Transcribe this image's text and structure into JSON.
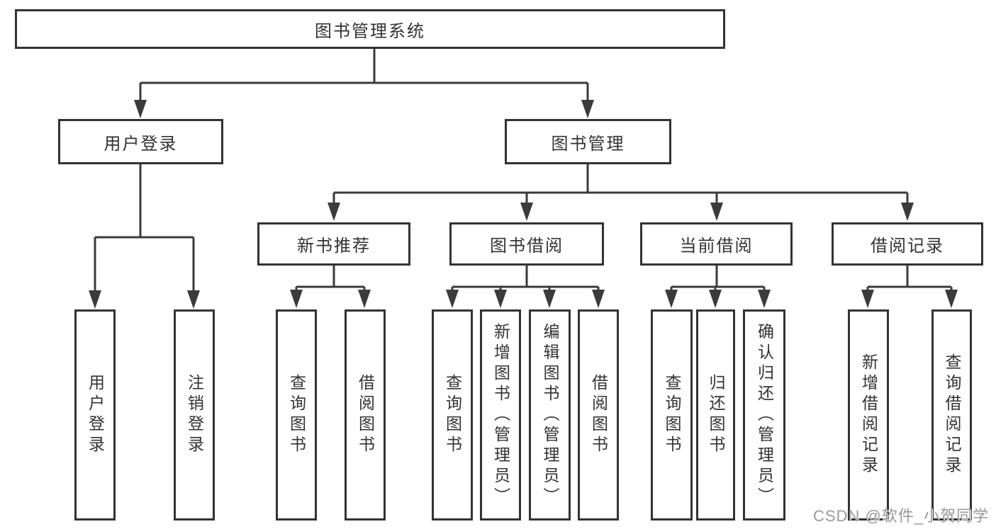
{
  "diagram_title": "图书管理系统",
  "nodes": {
    "root": "图书管理系统",
    "user_login": "用户登录",
    "book_manage": "图书管理",
    "new_book_rec": "新书推荐",
    "book_borrow": "图书借阅",
    "current_borrow": "当前借阅",
    "borrow_records": "借阅记录",
    "leaf_user_login": "用户登录",
    "leaf_logout": "注销登录",
    "leaf_nb_query": "查询图书",
    "leaf_nb_borrow": "借阅图书",
    "leaf_bw_query": "查询图书",
    "leaf_bw_add": "新增图书（管理员）",
    "leaf_bw_edit": "编辑图书（管理员）",
    "leaf_bw_borrow": "借阅图书",
    "leaf_cur_query": "查询图书",
    "leaf_cur_return": "归还图书",
    "leaf_cur_confirm": "确认归还（管理员）",
    "leaf_rec_add": "新增借阅记录",
    "leaf_rec_query": "查询借阅记录"
  },
  "edges": [
    [
      "图书管理系统",
      "用户登录"
    ],
    [
      "图书管理系统",
      "图书管理"
    ],
    [
      "用户登录",
      "用户登录"
    ],
    [
      "用户登录",
      "注销登录"
    ],
    [
      "图书管理",
      "新书推荐"
    ],
    [
      "图书管理",
      "图书借阅"
    ],
    [
      "图书管理",
      "当前借阅"
    ],
    [
      "图书管理",
      "借阅记录"
    ],
    [
      "新书推荐",
      "查询图书"
    ],
    [
      "新书推荐",
      "借阅图书"
    ],
    [
      "图书借阅",
      "查询图书"
    ],
    [
      "图书借阅",
      "新增图书（管理员）"
    ],
    [
      "图书借阅",
      "编辑图书（管理员）"
    ],
    [
      "图书借阅",
      "借阅图书"
    ],
    [
      "当前借阅",
      "查询图书"
    ],
    [
      "当前借阅",
      "归还图书"
    ],
    [
      "当前借阅",
      "确认归还（管理员）"
    ],
    [
      "借阅记录",
      "新增借阅记录"
    ],
    [
      "借阅记录",
      "查询借阅记录"
    ]
  ],
  "watermark": "CSDN @软件_小贺同学",
  "colors": {
    "line": "#3b3b3b",
    "border": "#333333",
    "text": "#333333",
    "watermark": "#9d9d9d",
    "background": "#ffffff"
  }
}
